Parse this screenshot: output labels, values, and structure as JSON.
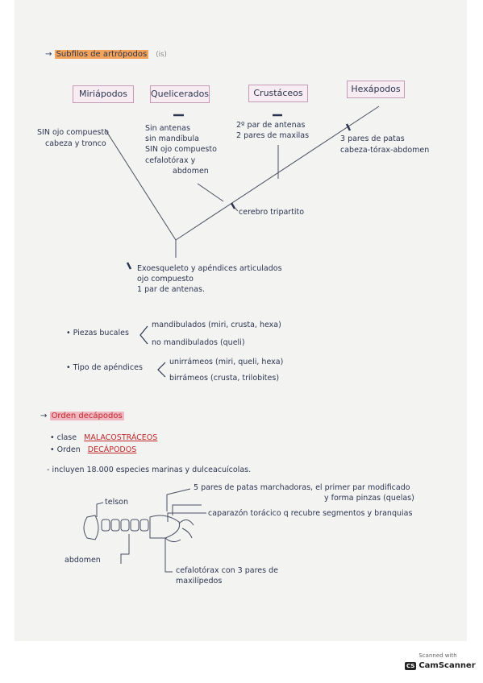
{
  "heading1": {
    "text": "Subfilos de artrópodos",
    "note": "(is)"
  },
  "boxes": [
    "Miriápodos",
    "Quelicerados",
    "Crustáceos",
    "Hexápodos"
  ],
  "miria": {
    "line1": "SIN ojo compuesto",
    "line2": "cabeza y tronco"
  },
  "queli": {
    "line1": "Sin antenas",
    "line2": "sin mandíbula",
    "line3": "SIN ojo compuesto",
    "line4": "cefalotórax y",
    "line5": "abdomen"
  },
  "crust": {
    "line1": "2º par de antenas",
    "line2": "2 pares de maxilas"
  },
  "hexa": {
    "line1": "3 pares de patas",
    "line2": "cabeza-tórax-abdomen"
  },
  "cerebro": "cerebro tripartito",
  "root": {
    "line1": "Exoesqueleto y apéndices articulados",
    "line2": "ojo compuesto",
    "line3": "1 par de antenas."
  },
  "piezas": {
    "label": "• Piezas bucales",
    "opt1": "mandibulados (miri, crusta, hexa)",
    "opt2": "no mandibulados (queli)"
  },
  "tipo": {
    "label": "• Tipo de apéndices",
    "opt1": "unirrámeos (miri, queli, hexa)",
    "opt2": "birrámeos (crusta, trilobites)"
  },
  "heading2": {
    "text": "Orden decápodos"
  },
  "clase": {
    "label": "• clase",
    "value": "MALACOSTRÁCEOS"
  },
  "orden": {
    "label": "• Orden",
    "value": "DECÁPODOS"
  },
  "incluyen": "- incluyen 18.000 especies marinas y dulceacuícolas.",
  "diagram": {
    "telson": "telson",
    "abdomen": "abdomen",
    "patas1": "5 pares de patas marchadoras, el primer par modificado",
    "patas2": "y forma pinzas (quelas)",
    "caparazon": "caparazón torácico q recubre segmentos y branquias",
    "cefalo1": "cefalotórax con 3 pares de",
    "cefalo2": "maxilípedos"
  },
  "scanner": {
    "top": "Scanned with",
    "brand": "CamScanner",
    "badge": "CS"
  }
}
